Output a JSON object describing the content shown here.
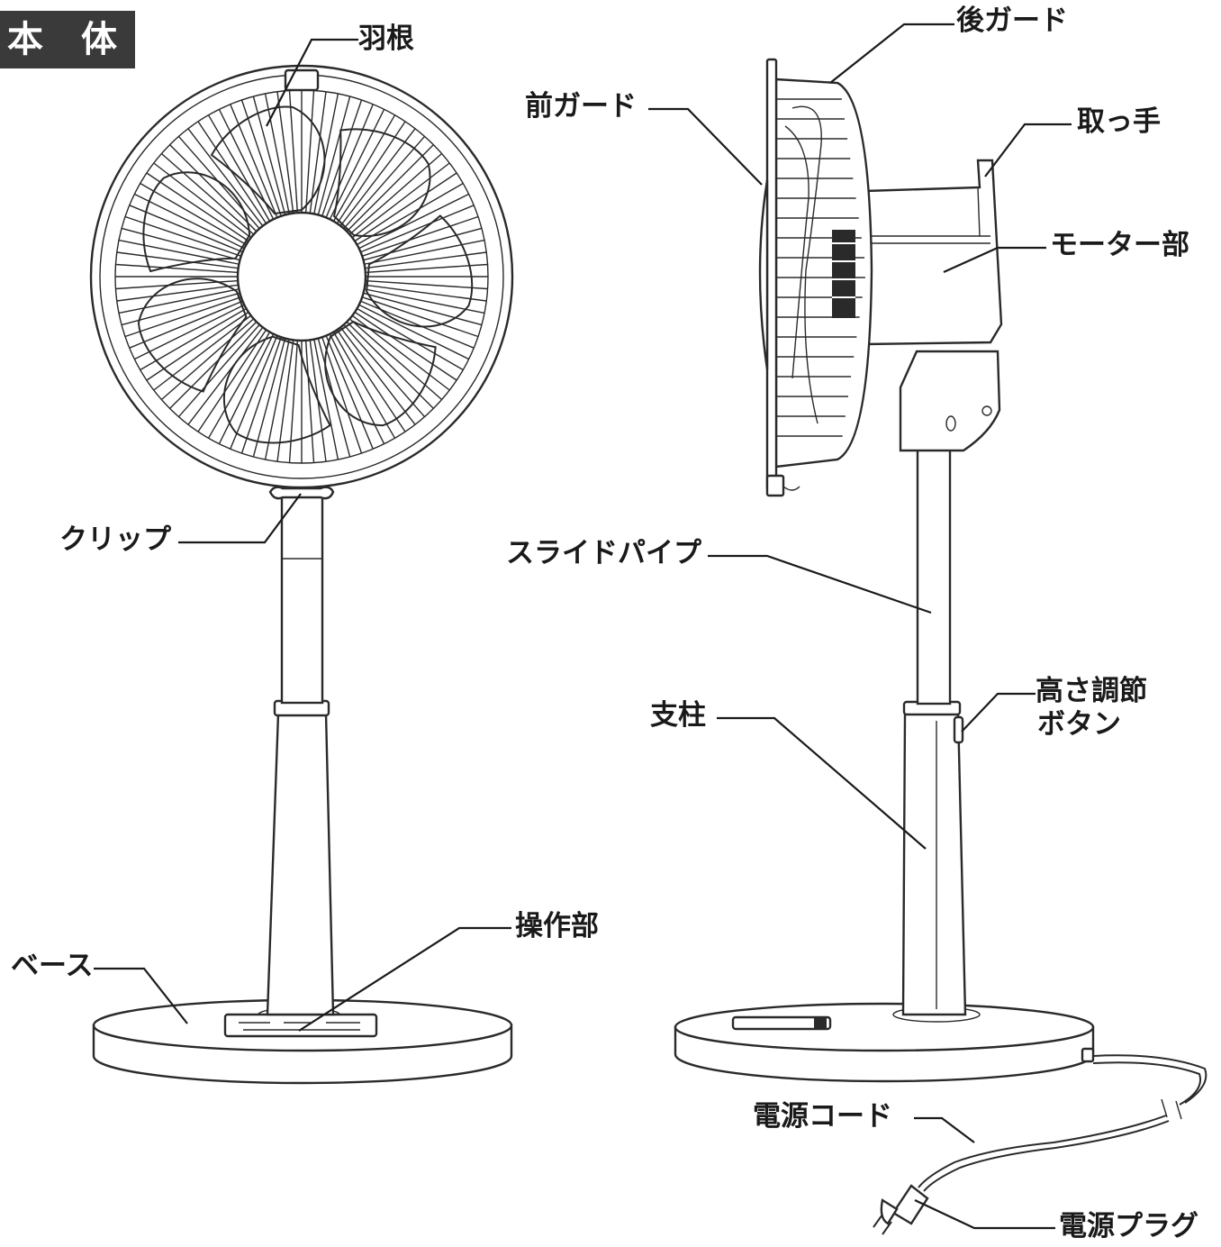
{
  "section_header": {
    "char1": "本",
    "char2": "体"
  },
  "labels": {
    "blade": "羽根",
    "clip": "クリップ",
    "base": "ベース",
    "control_panel": "操作部",
    "rear_guard": "後ガード",
    "front_guard": "前ガード",
    "handle": "取っ手",
    "motor": "モーター部",
    "slide_pipe": "スライドパイプ",
    "height_button_line1": "高さ調節",
    "height_button_line2": "ボタン",
    "pole": "支柱",
    "power_cord": "電源コード",
    "power_plug": "電源プラグ"
  },
  "colors": {
    "line": "#2a2a2a",
    "header_bg": "#3a3a3a",
    "header_text": "#ffffff"
  }
}
